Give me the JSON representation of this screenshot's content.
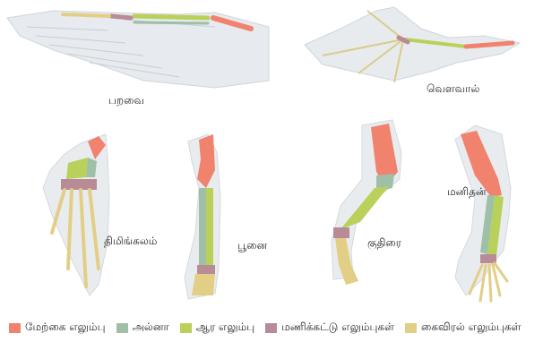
{
  "colors": {
    "humerus": "#f0826e",
    "ulna": "#9fbfa6",
    "radius": "#b9d05a",
    "carpals": "#b88b97",
    "phalanges": "#e3ce86",
    "skin": "#e9ecef",
    "skin_edge": "#d4d9de"
  },
  "labels": {
    "bird": "பறவை",
    "bat": "வௌவால்",
    "whale": "திமிங்கலம்",
    "cat": "பூனை",
    "horse": "குதிரை",
    "human": "மனிதன்"
  },
  "legend": [
    {
      "key": "humerus",
      "label": "மேற்கை எலும்பு"
    },
    {
      "key": "ulna",
      "label": "அல்னா"
    },
    {
      "key": "radius",
      "label": "ஆர எலும்பு"
    },
    {
      "key": "carpals",
      "label": "மணிக்கட்டு எலும்புகள்"
    },
    {
      "key": "phalanges",
      "label": "கைவிரல் எலும்புகள்"
    }
  ]
}
